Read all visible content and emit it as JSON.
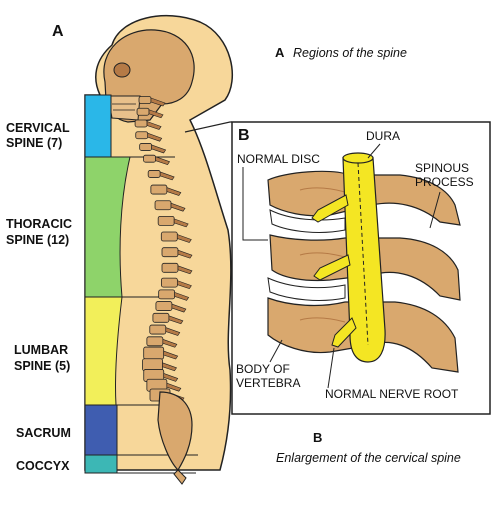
{
  "figure": {
    "panel_a_letter": "A",
    "panel_a_caption_letter": "A",
    "panel_a_caption": "Regions of the spine",
    "panel_b_letter": "B",
    "panel_b_caption_letter": "B",
    "panel_b_caption": "Enlargement of the cervical spine"
  },
  "regions": [
    {
      "line1": "CERVICAL",
      "line2": "SPINE (7)",
      "color": "#2ab7e8"
    },
    {
      "line1": "THORACIC",
      "line2": "SPINE (12)",
      "color": "#8ed36a"
    },
    {
      "line1": "LUMBAR",
      "line2": "SPINE (5)",
      "color": "#f2ef5a"
    },
    {
      "line1": "SACRUM",
      "line2": "",
      "color": "#3f5db0"
    },
    {
      "line1": "COCCYX",
      "line2": "",
      "color": "#3cb7b5"
    }
  ],
  "enlargement_labels": {
    "dura": "DURA",
    "normal_disc": "NORMAL DISC",
    "spinous_process_1": "SPINOUS",
    "spinous_process_2": "PROCESS",
    "body_of_vertebra_1": "BODY OF",
    "body_of_vertebra_2": "VERTEBRA",
    "normal_nerve_root": "NORMAL NERVE ROOT"
  },
  "colors": {
    "skin": "#f7d79a",
    "bone": "#d9a86e",
    "bone_shade": "#b57a46",
    "cord": "#f4e623",
    "outline": "#222222"
  }
}
